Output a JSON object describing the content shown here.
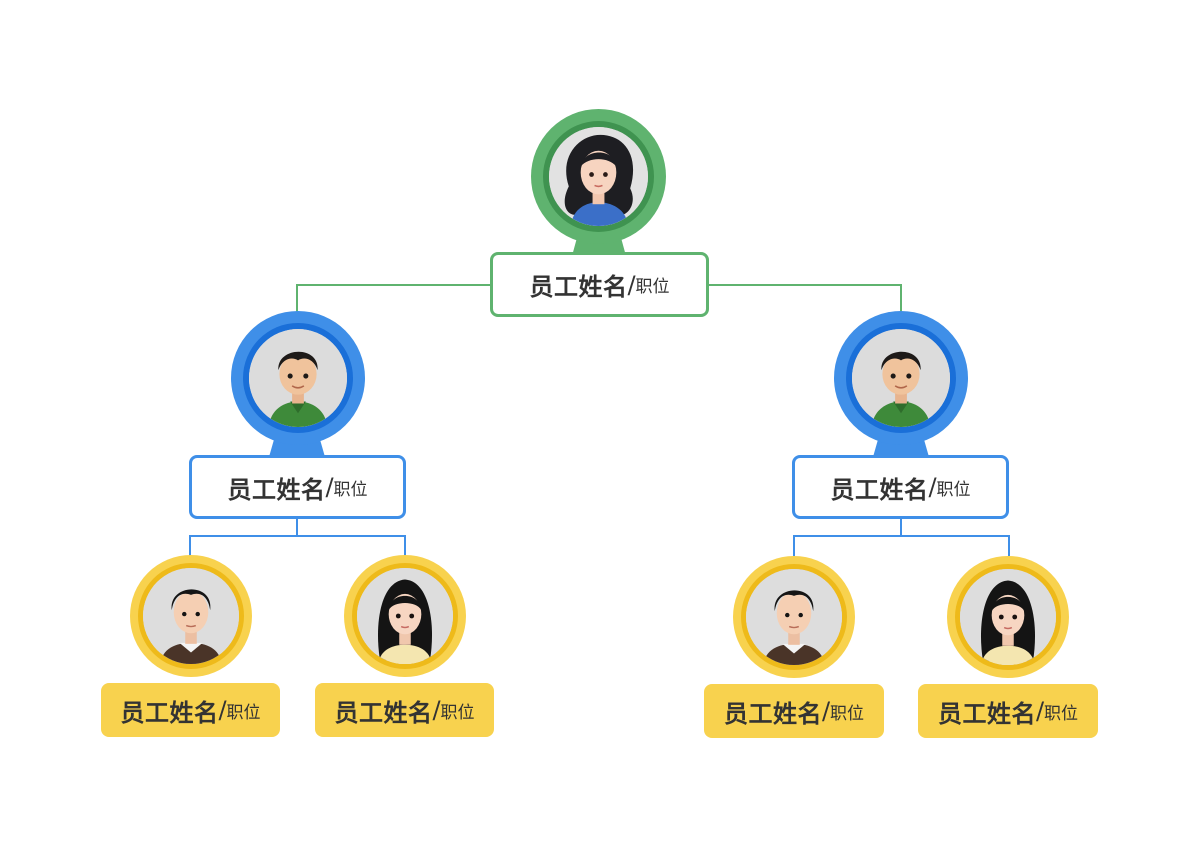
{
  "colors": {
    "level1": "#5fb36f",
    "level1_dark": "#3f9350",
    "level2": "#3f8fe8",
    "level2_dark": "#1a6fd8",
    "level3": "#f8d24e",
    "level3_dark": "#eeba1a"
  },
  "nodes": {
    "root": {
      "name": "员工姓名",
      "sep": "/",
      "title": "职位",
      "avatar": "female-curly-hair-avatar"
    },
    "left": {
      "name": "员工姓名",
      "sep": "/",
      "title": "职位",
      "avatar": "male-green-shirt-avatar"
    },
    "right": {
      "name": "员工姓名",
      "sep": "/",
      "title": "职位",
      "avatar": "male-green-shirt-avatar"
    },
    "ll": {
      "name": "员工姓名",
      "sep": "/",
      "title": "职位",
      "avatar": "male-brown-sweater-avatar"
    },
    "lr": {
      "name": "员工姓名",
      "sep": "/",
      "title": "职位",
      "avatar": "female-long-hair-avatar"
    },
    "rl": {
      "name": "员工姓名",
      "sep": "/",
      "title": "职位",
      "avatar": "male-brown-sweater-avatar"
    },
    "rr": {
      "name": "员工姓名",
      "sep": "/",
      "title": "职位",
      "avatar": "female-long-hair-avatar"
    }
  }
}
